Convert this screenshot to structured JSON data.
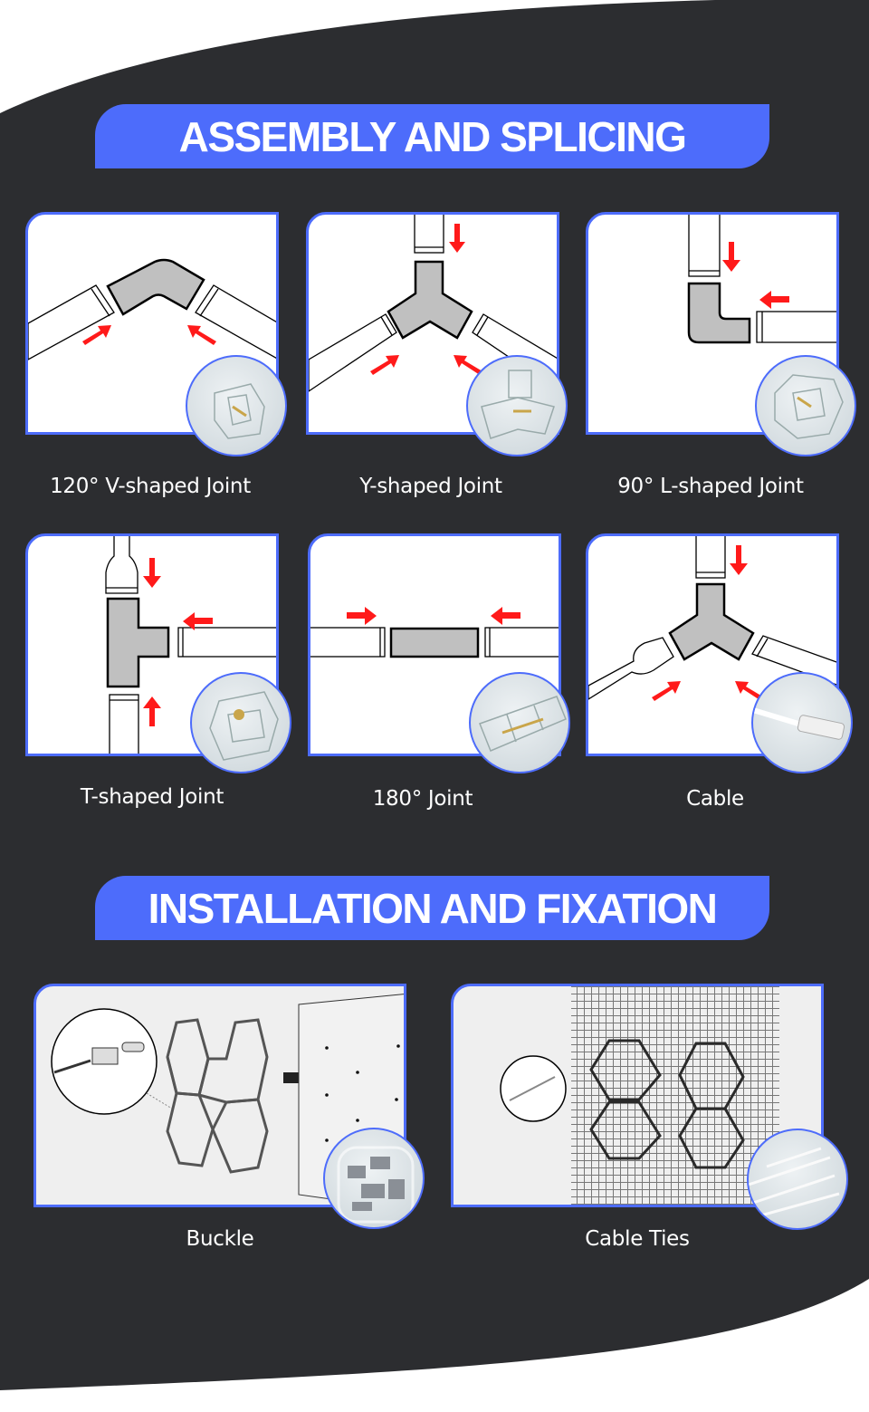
{
  "colors": {
    "background_dark": "#2c2d30",
    "accent_blue": "#4d6cfb",
    "arrow_red": "#ff1a1a",
    "joint_gray": "#c0c0c0"
  },
  "sections": [
    {
      "title": "ASSEMBLY AND SPLICING",
      "items": [
        {
          "label": "120° V-shaped Joint",
          "icon": "v-joint-diagram"
        },
        {
          "label": "Y-shaped Joint",
          "icon": "y-joint-diagram"
        },
        {
          "label": "90° L-shaped Joint",
          "icon": "l-joint-diagram"
        },
        {
          "label": "T-shaped Joint",
          "icon": "t-joint-diagram"
        },
        {
          "label": "180° Joint",
          "icon": "straight-joint-diagram"
        },
        {
          "label": "Cable",
          "icon": "cable-joint-diagram"
        }
      ]
    },
    {
      "title": "INSTALLATION AND FIXATION",
      "items": [
        {
          "label": "Buckle",
          "icon": "buckle-wall-mount-diagram"
        },
        {
          "label": "Cable Ties",
          "icon": "cable-ties-grid-mount-diagram"
        }
      ]
    }
  ]
}
